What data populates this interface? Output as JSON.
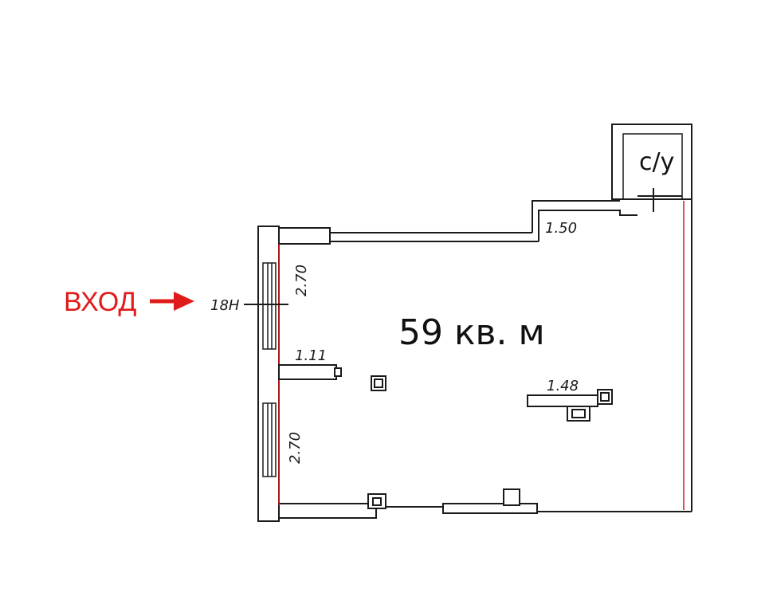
{
  "plan": {
    "area_label": "59 кв. м",
    "entrance_label": "ВХОД",
    "bathroom_label": "с/у",
    "door_label": "18Н",
    "dimensions": {
      "left_top": "2.70",
      "left_bottom": "2.70",
      "stub_wall": "1.11",
      "top_segment": "1.50",
      "partition": "1.48"
    },
    "colors": {
      "walls": "#1a1a1a",
      "entrance_arrow": "#e01b1b",
      "inner_red_line": "#d21a1a"
    }
  }
}
